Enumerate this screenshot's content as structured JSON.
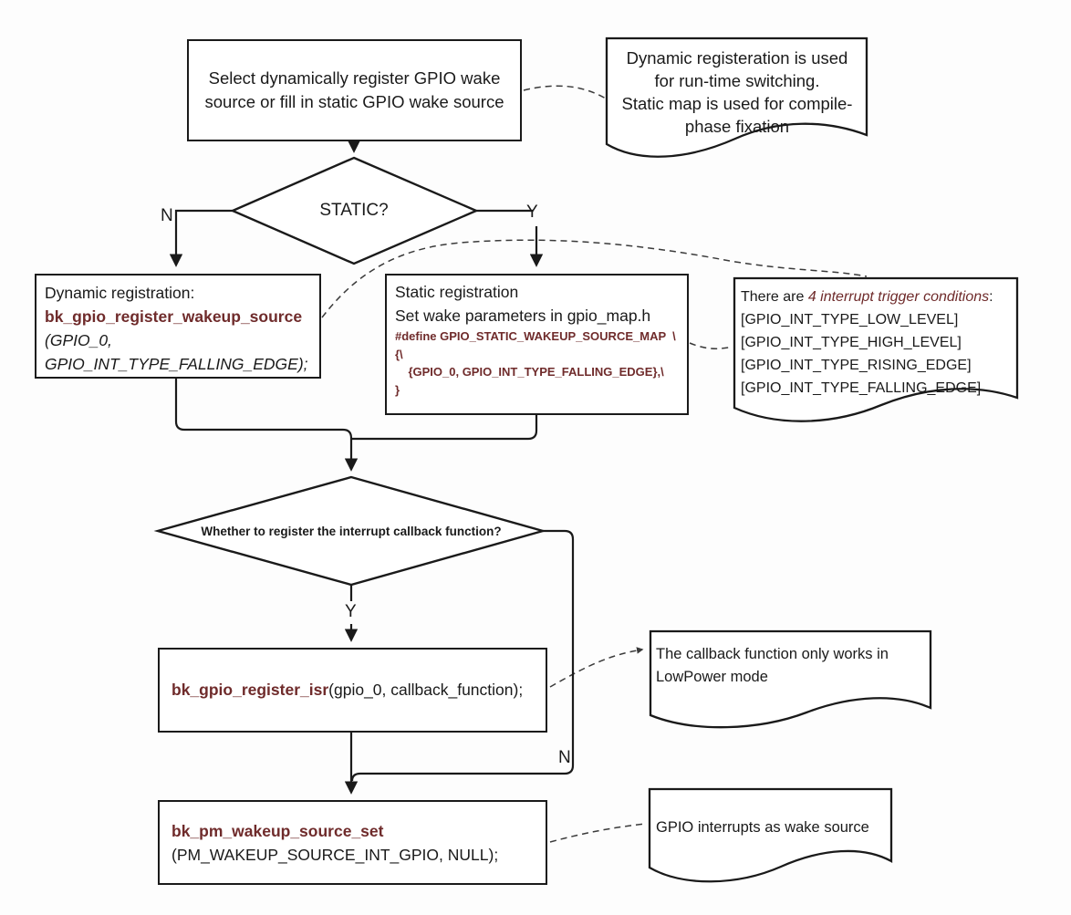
{
  "palette": {
    "ink": "#1a1a1a",
    "maroon": "#6f2b2b",
    "background": "#fdfdfd"
  },
  "nodes": {
    "start": {
      "lines": [
        "Select dynamically register GPIO wake",
        "source or fill in static GPIO wake source"
      ]
    },
    "static_decision": {
      "label": "STATIC?"
    },
    "dynamic_box": {
      "title": "Dynamic registration:",
      "fn": "bk_gpio_register_wakeup_source",
      "arg1": "(GPIO_0,",
      "arg2": "GPIO_INT_TYPE_FALLING_EDGE);"
    },
    "static_box": {
      "title": "Static registration",
      "subtitle": "Set wake parameters in gpio_map.h",
      "code": [
        "#define GPIO_STATIC_WAKEUP_SOURCE_MAP  \\",
        "{\\",
        "    {GPIO_0, GPIO_INT_TYPE_FALLING_EDGE},\\",
        "}"
      ]
    },
    "callback_decision": {
      "label": "Whether to register the interrupt callback function?"
    },
    "isr_box": {
      "fn": "bk_gpio_register_isr",
      "args": "(gpio_0, callback_function);"
    },
    "pm_box": {
      "fn": "bk_pm_wakeup_source_set",
      "args": "(PM_WAKEUP_SOURCE_INT_GPIO, NULL);"
    }
  },
  "branches": {
    "static_no": "N",
    "static_yes": "Y",
    "callback_yes": "Y",
    "callback_no": "N"
  },
  "callouts": {
    "registration_note": {
      "lines": [
        "Dynamic registeration is used",
        "for run-time switching.",
        "Static map is used for compile-",
        "phase fixation"
      ]
    },
    "trigger_note": {
      "prefix": "There are ",
      "emphasis": "4 interrupt trigger conditions",
      "suffix": ":",
      "items": [
        "[GPIO_INT_TYPE_LOW_LEVEL]",
        "[GPIO_INT_TYPE_HIGH_LEVEL]",
        "[GPIO_INT_TYPE_RISING_EDGE]",
        "[GPIO_INT_TYPE_FALLING_EDGE]"
      ]
    },
    "callback_note": {
      "lines": [
        "The callback function only works in",
        "LowPower mode"
      ]
    },
    "wake_note": {
      "text": "GPIO interrupts as wake source"
    }
  }
}
